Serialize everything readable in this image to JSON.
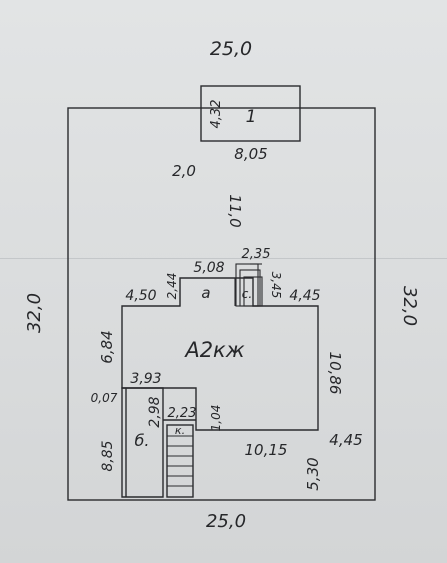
{
  "plan": {
    "plot_top": "25,0",
    "plot_bottom": "25,0",
    "plot_left": "32,0",
    "plot_right": "32,0",
    "outbuilding_number": "1",
    "outbuilding_height": "4,32",
    "outbuilding_width": "8,05",
    "gap_to_plot_edge": "2,0",
    "gap_to_house": "11,0",
    "porch_width": "5,08",
    "porch_height": "2,44",
    "porch_label": "а",
    "step_width": "2,35",
    "step_height": "3,45",
    "step_label": "с.",
    "house_left_offset": "4,50",
    "house_right_offset": "4,45",
    "house_left_wall": "6,84",
    "house_label": "А2кж",
    "house_right_wall": "10,86",
    "annex_width": "3,93",
    "annex_offset": "0,07",
    "annex_height": "2,98",
    "annex_side": "8,85",
    "annex_label": "б.",
    "stair_width": "2,23",
    "stair_label": "к.",
    "stair_depth": "1,04",
    "house_bottom_width": "10,15",
    "house_to_right_edge": "4,45",
    "house_to_bottom_edge": "5,30"
  }
}
